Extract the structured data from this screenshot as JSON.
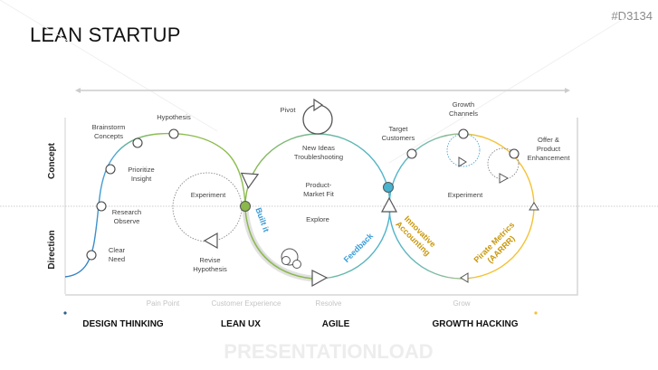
{
  "header": {
    "title": "LEAN STARTUP",
    "code": "#D3134"
  },
  "watermark": "PRESENTATIONLOAD",
  "axes": {
    "y_top": "Concept",
    "y_bottom": "Direction"
  },
  "nodes": {
    "clear_need": [
      "Clear",
      "Need"
    ],
    "research": [
      "Research",
      "Observe"
    ],
    "prioritize": [
      "Prioritize",
      "Insight"
    ],
    "brainstorm": [
      "Brainstorm",
      "Concepts"
    ],
    "hypothesis": "Hypothesis",
    "experiment_1": "Experiment",
    "revise": [
      "Revise",
      "Hypothesis"
    ],
    "pivot": "Pivot",
    "new_ideas": [
      "New Ideas",
      "Troubleshooting"
    ],
    "pmf": [
      "Product-",
      "Market Fit"
    ],
    "explore": "Explore",
    "built_it": "Built it",
    "feedback": "Feedback",
    "target": [
      "Target",
      "Customers"
    ],
    "growth_channels": [
      "Growth",
      "Channels"
    ],
    "offer": [
      "Offer &",
      "Product",
      "Enhancement"
    ],
    "experiment_2": "Experiment",
    "innovative": [
      "Innovative",
      "Accounting"
    ],
    "pirate": [
      "Pirate Metrics",
      "(AARRR)"
    ]
  },
  "stages": [
    "Pain Point",
    "Customer Experience",
    "Resolve",
    "Grow"
  ],
  "methods": [
    "DESIGN THINKING",
    "LEAN UX",
    "AGILE",
    "GROWTH HACKING"
  ],
  "colors": {
    "blue": "#3a8cc8",
    "green": "#8ab84a",
    "teal": "#49b3cf",
    "gold": "#f5c133"
  }
}
